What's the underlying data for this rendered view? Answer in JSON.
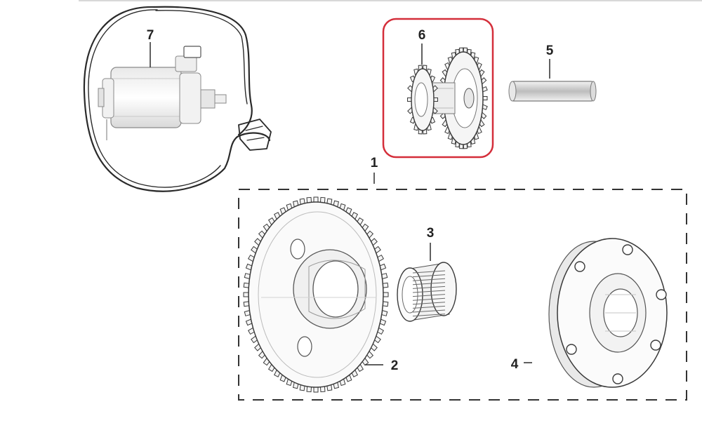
{
  "diagram": {
    "type": "exploded-parts-diagram",
    "highlight_color": "#d42e3a",
    "line_color": "#2a2a2a",
    "group_border_color": "#333333",
    "parts": [
      {
        "id": "1",
        "label": "1",
        "kind": "assembly-group"
      },
      {
        "id": "2",
        "label": "2",
        "kind": "starter-driven-gear"
      },
      {
        "id": "3",
        "label": "3",
        "kind": "needle-bearing"
      },
      {
        "id": "4",
        "label": "4",
        "kind": "one-way-clutch"
      },
      {
        "id": "5",
        "label": "5",
        "kind": "shaft-pin"
      },
      {
        "id": "6",
        "label": "6",
        "kind": "idler-gear",
        "highlighted": true
      },
      {
        "id": "7",
        "label": "7",
        "kind": "starter-motor"
      }
    ]
  }
}
